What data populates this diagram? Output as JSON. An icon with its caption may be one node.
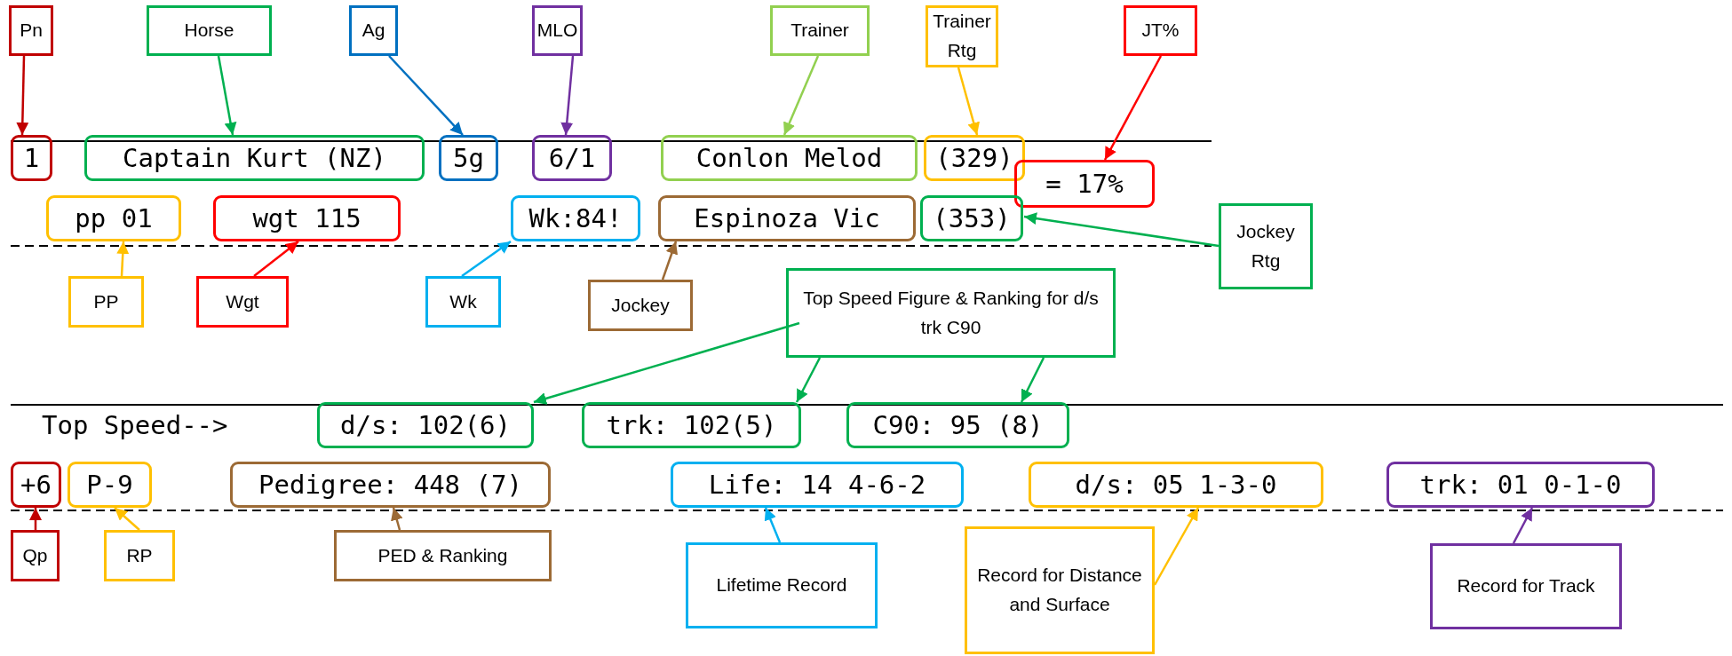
{
  "diagram": {
    "nodes": [
      {
        "text": [
          "Pn"
        ]
      },
      {
        "text": [
          "Horse"
        ]
      },
      {
        "text": [
          "Ag"
        ]
      },
      {
        "text": [
          "MLO"
        ]
      },
      {
        "text": [
          "Trainer"
        ]
      },
      {
        "text": [
          "Trainer Rtg"
        ]
      },
      {
        "text": [
          "JT%"
        ]
      },
      {
        "text": [
          "1"
        ]
      },
      {
        "text": [
          "Captain Kurt (NZ)"
        ]
      },
      {
        "text": [
          "5g"
        ]
      },
      {
        "text": [
          "6/1"
        ]
      },
      {
        "text": [
          "Conlon Melod"
        ]
      },
      {
        "text": [
          "(329)"
        ]
      },
      {
        "text": [
          "= 17%"
        ]
      },
      {
        "text": [
          "pp 01"
        ]
      },
      {
        "text": [
          "wgt 115"
        ]
      },
      {
        "text": [
          "Wk:84!"
        ]
      },
      {
        "text": [
          "Espinoza Vic"
        ]
      },
      {
        "text": [
          "(353)"
        ]
      },
      {
        "text": [
          "Jockey Rtg"
        ]
      },
      {
        "text": [
          "PP"
        ]
      },
      {
        "text": [
          "Wgt"
        ]
      },
      {
        "text": [
          "Wk"
        ]
      },
      {
        "text": [
          "Jockey"
        ]
      },
      {
        "text": [
          "Top Speed Figure & Ranking for d/s trk C90"
        ]
      },
      {
        "text": [
          "d/s: 102(6)"
        ]
      },
      {
        "text": [
          "trk: 102(5)"
        ]
      },
      {
        "text": [
          "C90: 95 (8)"
        ]
      },
      {
        "text": [
          "+6"
        ]
      },
      {
        "text": [
          "P-9"
        ]
      },
      {
        "text": [
          "Pedigree: 448 (7)"
        ]
      },
      {
        "text": [
          "Life: 14 4-6-2"
        ]
      },
      {
        "text": [
          "d/s: 05 1-3-0"
        ]
      },
      {
        "text": [
          "trk: 01 0-1-0"
        ]
      },
      {
        "text": [
          "Qp"
        ]
      },
      {
        "text": [
          "RP"
        ]
      },
      {
        "text": [
          "PED & Ranking"
        ]
      },
      {
        "text": [
          "Lifetime Record"
        ]
      },
      {
        "text": [
          "Record for Distance and Surface"
        ]
      },
      {
        "text": [
          "Record for Track"
        ]
      }
    ],
    "edges": [
      {
        "from": 0,
        "to": 7,
        "arrow": "to",
        "color": "#c00000"
      },
      {
        "from": 1,
        "to": 8,
        "arrow": "to",
        "color": "#00b050"
      },
      {
        "from": 2,
        "to": 9,
        "arrow": "to",
        "color": "#0070c0"
      },
      {
        "from": 3,
        "to": 10,
        "arrow": "to",
        "color": "#7030a0"
      },
      {
        "from": 4,
        "to": 11,
        "arrow": "to",
        "color": "#92d050"
      },
      {
        "from": 5,
        "to": 12,
        "arrow": "to",
        "color": "#ffc000"
      },
      {
        "from": 6,
        "to": 13,
        "arrow": "to",
        "color": "#ff0000"
      },
      {
        "from": 20,
        "to": 14,
        "arrow": "to",
        "color": "#ffc000"
      },
      {
        "from": 21,
        "to": 15,
        "arrow": "to",
        "color": "#ff0000"
      },
      {
        "from": 22,
        "to": 16,
        "arrow": "to",
        "color": "#00b0f0"
      },
      {
        "from": 23,
        "to": 17,
        "arrow": "to",
        "color": "#9c6a35"
      },
      {
        "from": 19,
        "to": 18,
        "arrow": "to",
        "color": "#00b050"
      },
      {
        "from": 24,
        "to": 25,
        "arrow": "to",
        "color": "#00b050"
      },
      {
        "from": 24,
        "to": 26,
        "arrow": "to",
        "color": "#00b050"
      },
      {
        "from": 24,
        "to": 27,
        "arrow": "to",
        "color": "#00b050"
      },
      {
        "from": 34,
        "to": 28,
        "arrow": "to",
        "color": "#c00000"
      },
      {
        "from": 35,
        "to": 29,
        "arrow": "to",
        "color": "#ffc000"
      },
      {
        "from": 36,
        "to": 30,
        "arrow": "to",
        "color": "#9c6a35"
      },
      {
        "from": 37,
        "to": 31,
        "arrow": "to",
        "color": "#00b0f0"
      },
      {
        "from": 38,
        "to": 32,
        "arrow": "to",
        "color": "#ffc000"
      },
      {
        "from": 39,
        "to": 33,
        "arrow": "to",
        "color": "#7030a0"
      }
    ],
    "labels": [
      "Top Speed-->"
    ]
  }
}
